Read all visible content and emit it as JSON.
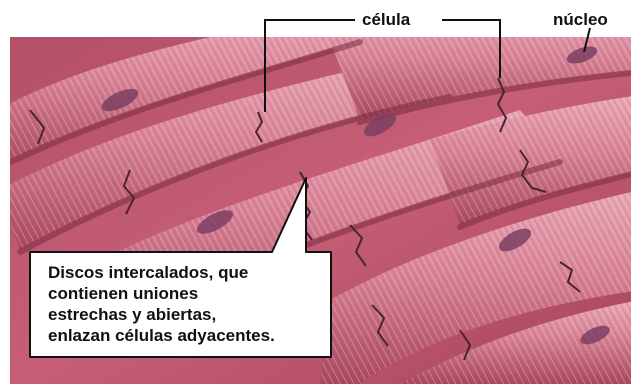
{
  "labels": {
    "cell": "célula",
    "nucleus": "núcleo"
  },
  "callout": {
    "lines": [
      "Discos intercalados, que",
      "contienen uniones",
      "estrechas y abiertas,",
      "enlazan células adyacentes."
    ]
  },
  "colors": {
    "tissue_base": "#c9687f",
    "tissue_light": "#e3a0b0",
    "tissue_dark": "#8e3a52",
    "disc": "#4a2430",
    "nucleus": "#7d3f63"
  }
}
